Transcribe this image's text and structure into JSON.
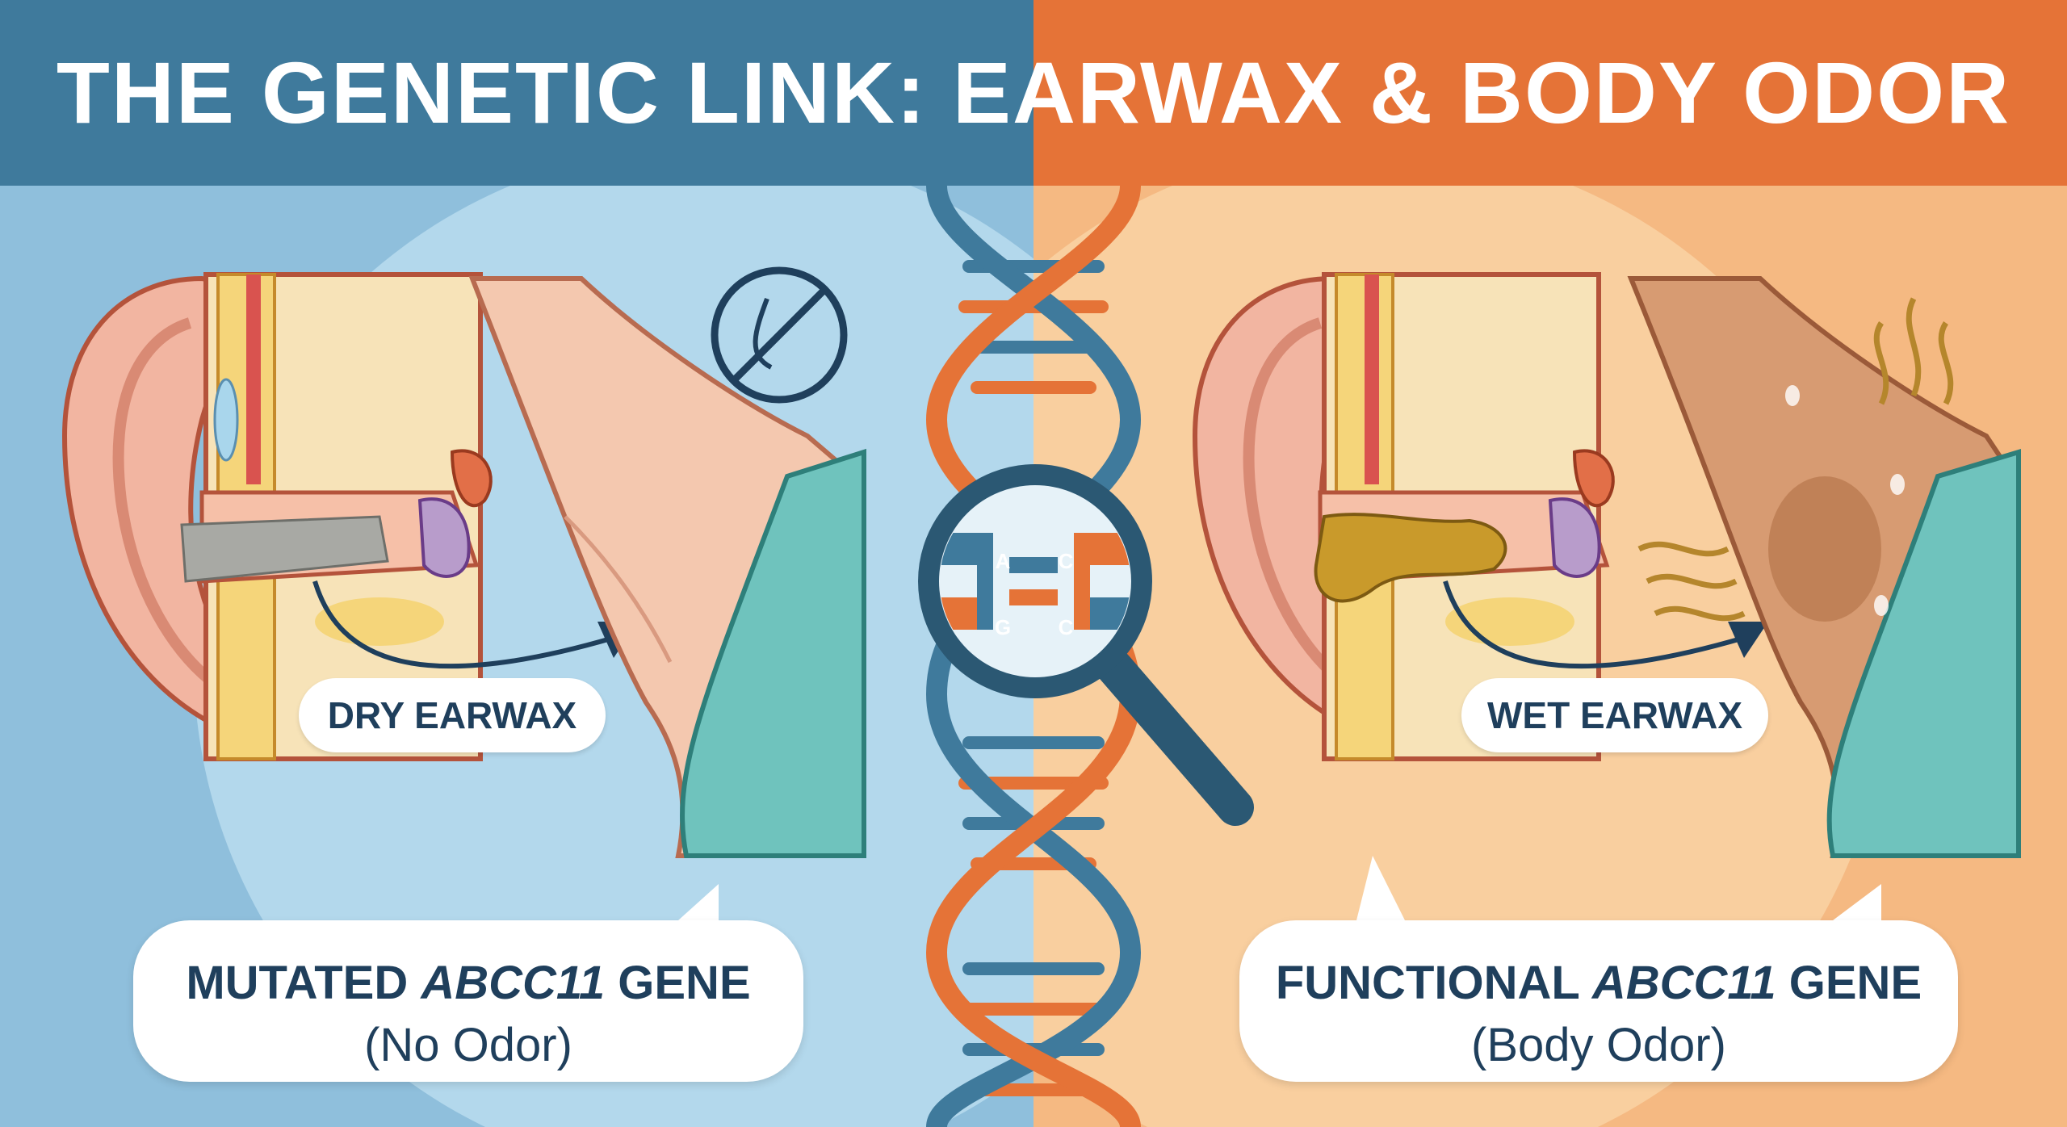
{
  "header": {
    "title": "THE GENETIC LINK: EARWAX & BODY ODOR"
  },
  "left_panel": {
    "earwax_label": "DRY EARWAX",
    "gene_prefix": "MUTATED ",
    "gene_name": "ABCC11",
    "gene_suffix": " GENE",
    "effect": "(No Odor)"
  },
  "right_panel": {
    "earwax_label": "WET EARWAX",
    "gene_prefix": "FUNCTIONAL ",
    "gene_name": "ABCC11",
    "gene_suffix": " GENE",
    "effect": "(Body Odor)"
  },
  "magnifier": {
    "bases": [
      "A",
      "C",
      "G",
      "C"
    ]
  },
  "colors": {
    "left_header": "#3f7a9c",
    "right_header": "#e57337",
    "left_bg": "#8fbfdc",
    "right_bg": "#f5b982",
    "text_dark": "#1f3f5c",
    "dry_wax": "#a8a9a4",
    "wet_wax": "#c99a2b",
    "tank_top": "#6fc3bd"
  },
  "icons": [
    "ear-dry-icon",
    "ear-wet-icon",
    "armpit-dry-icon",
    "armpit-wet-icon",
    "no-smell-icon",
    "odor-waves-icon",
    "dna-helix-icon",
    "magnifier-icon"
  ]
}
